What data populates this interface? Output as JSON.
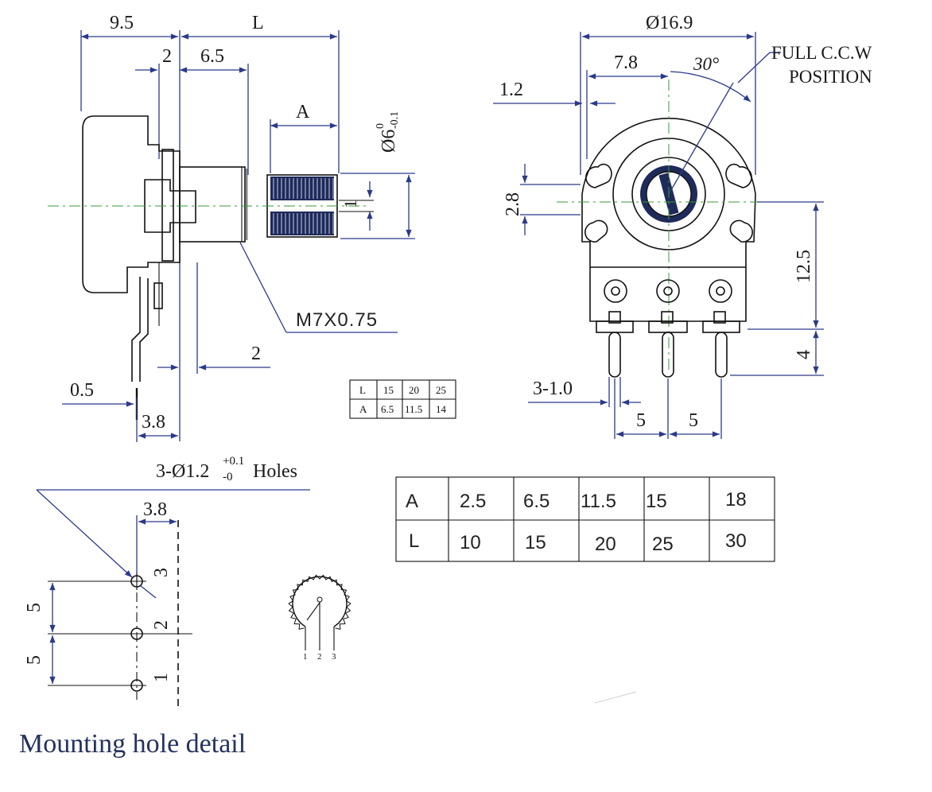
{
  "side_view": {
    "dim_9_5": "9.5",
    "dim_L": "L",
    "dim_2_top": "2",
    "dim_6_5": "6.5",
    "dim_A": "A",
    "dim_shaft_dia": "Ø6",
    "dim_shaft_tol_upper": "0",
    "dim_shaft_tol_lower": "-0.1",
    "dim_1": "1",
    "thread_label": "M7X0.75",
    "dim_2_bottom": "2",
    "dim_0_5": "0.5",
    "dim_3_8": "3.8"
  },
  "small_table": {
    "rows": [
      [
        "L",
        "15",
        "20",
        "25"
      ],
      [
        "A",
        "6.5",
        "11.5",
        "14"
      ]
    ]
  },
  "front_view": {
    "dim_16_9": "Ø16.9",
    "dim_7_8": "7.8",
    "dim_30": "30°",
    "full_ccw_line1": "FULL C.C.W",
    "full_ccw_line2": "POSITION",
    "dim_1_2": "1.2",
    "dim_2_8": "2.8",
    "dim_12_5": "12.5",
    "dim_4": "4",
    "dim_3_1_0": "3-1.0",
    "dim_5_left": "5",
    "dim_5_right": "5"
  },
  "mounting": {
    "holes_label": "3-Ø1.2",
    "holes_tol_upper": "+0.1",
    "holes_tol_lower": "-0",
    "holes_suffix": "Holes",
    "dim_3_8": "3.8",
    "dim_5_top": "5",
    "dim_5_bottom": "5",
    "pin_1": "1",
    "pin_2": "2",
    "pin_3": "3",
    "title": "Mounting hole detail"
  },
  "schematic": {
    "pin_labels": [
      "1",
      "2",
      "3"
    ]
  },
  "big_table": {
    "rows": [
      [
        "A",
        "2.5",
        "6.5",
        "11.5",
        "15",
        "18"
      ],
      [
        "L",
        "10",
        "15",
        "20",
        "25",
        "30"
      ]
    ]
  }
}
